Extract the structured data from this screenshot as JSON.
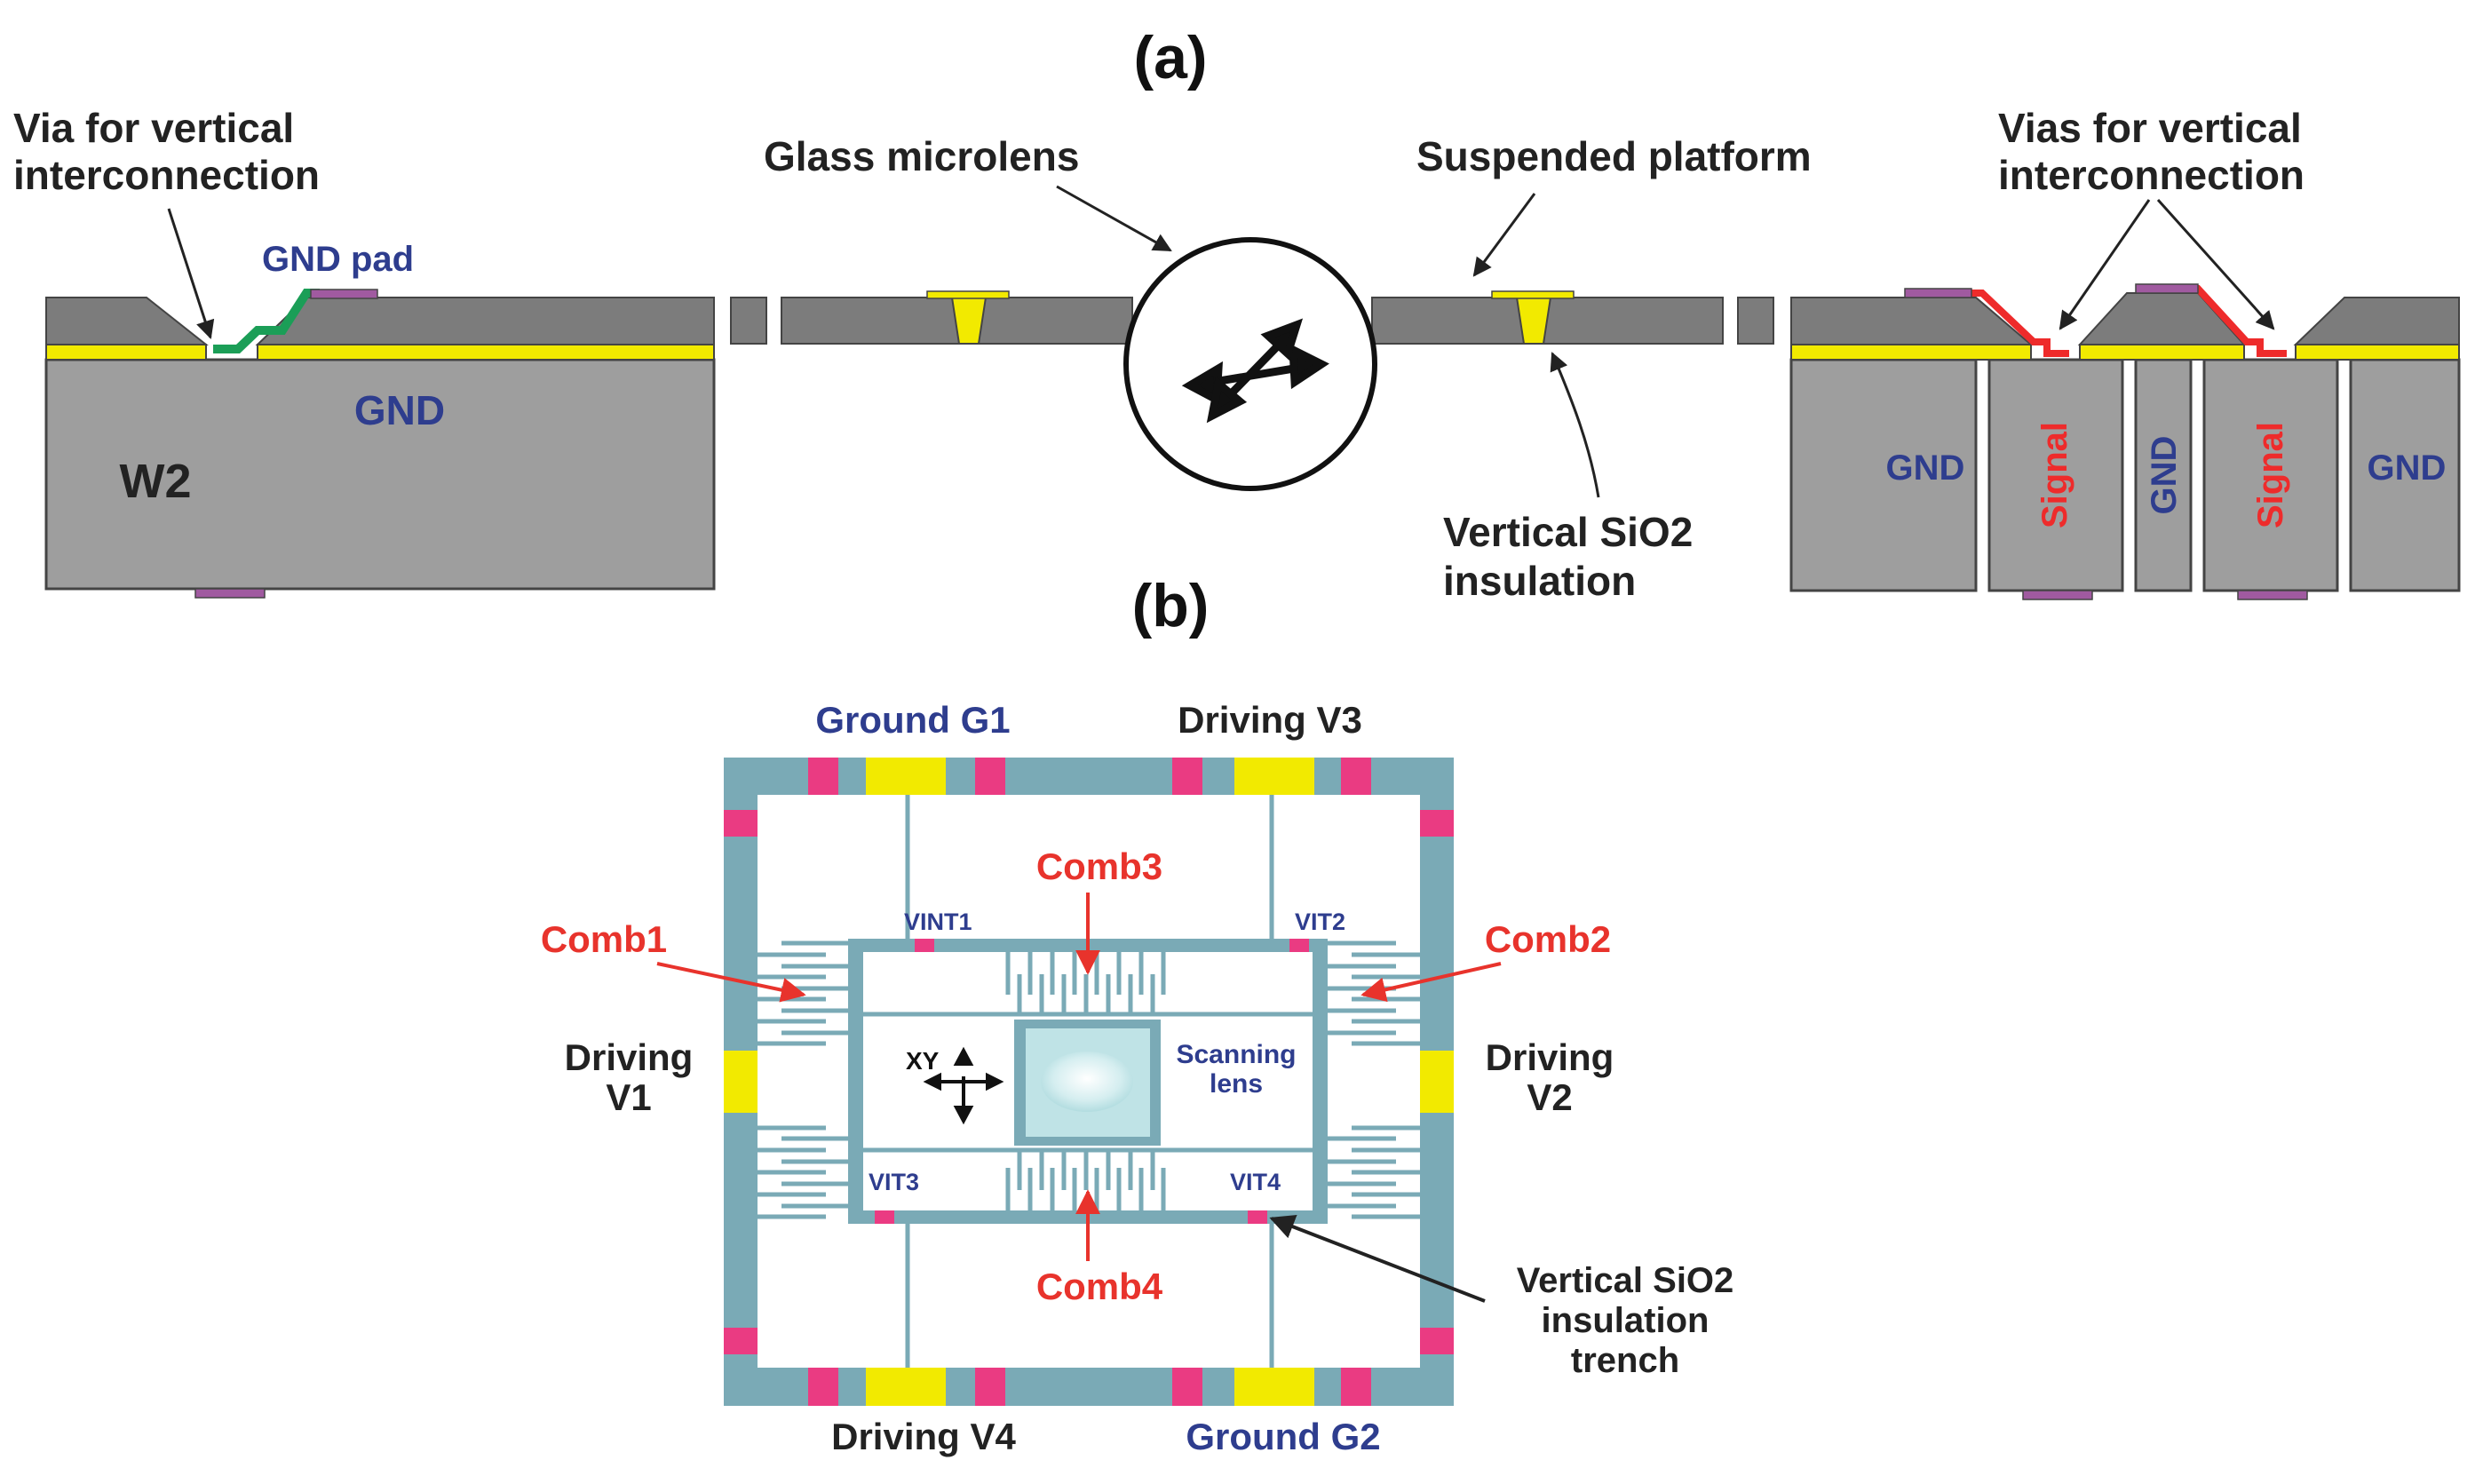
{
  "panel_a": {
    "title": "(a)",
    "via_label_line1": "Via for vertical",
    "via_label_line2": "interconnection",
    "gnd_pad_label": "GND pad",
    "left_gnd_label": "GND",
    "w2_label": "W2",
    "glass_microlens_label": "Glass microlens",
    "suspended_platform_label": "Suspended platform",
    "vias_label_line1": "Vias for vertical",
    "vias_label_line2": "interconnection",
    "insulation_label_line1": "Vertical SiO2",
    "insulation_label_line2": "insulation",
    "right_columns": [
      "GND",
      "Signal",
      "GND",
      "Signal",
      "GND"
    ]
  },
  "panel_b": {
    "title": "(b)",
    "ground_g1": "Ground G1",
    "driving_v3": "Driving V3",
    "driving_v4": "Driving V4",
    "ground_g2": "Ground G2",
    "comb1": "Comb1",
    "comb2": "Comb2",
    "comb3": "Comb3",
    "comb4": "Comb4",
    "driving_v1_line1": "Driving",
    "driving_v1_line2": "V1",
    "driving_v2_line1": "Driving",
    "driving_v2_line2": "V2",
    "vint1": "VINT1",
    "vit2": "VIT2",
    "vit3": "VIT3",
    "vit4": "VIT4",
    "xy": "XY",
    "scanning_line1": "Scanning",
    "scanning_line2": "lens",
    "trench_line1": "Vertical SiO2",
    "trench_line2": "insulation",
    "trench_line3": "trench"
  },
  "colors": {
    "silicon": "#9e9e9e",
    "silicon_dark": "#7c7c7c",
    "oxide_yellow": "#f2ea00",
    "pad_purple": "#a05aa0",
    "green_trace": "#1b9e57",
    "red_trace": "#ee2b2b",
    "frame_teal": "#7aaab6",
    "pink_pad": "#ea3b82",
    "label_blue": "#2e3d8e",
    "label_red": "#e8332c"
  }
}
